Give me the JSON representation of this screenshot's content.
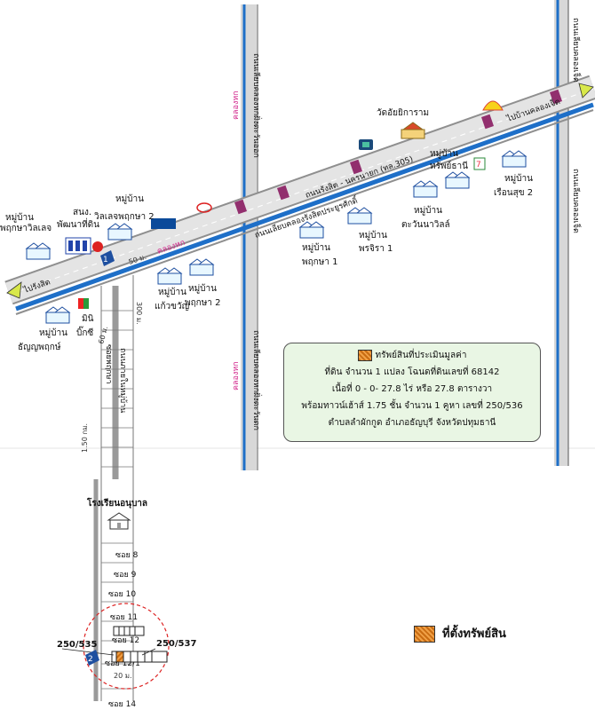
{
  "main_road": {
    "name": "ถนนรังสิต - นครนายก (ทล.305)",
    "dir_left": "ไปรังสิต",
    "dir_right": "ไปบ้านคลองเจ็ด"
  },
  "service_road": {
    "name": "ถนนเลียบคลองรังสิตประยูรศักดิ์"
  },
  "canal_roads": {
    "left_a": "ถนนเลียบคลองหกฝั่งตะวันออก",
    "left_b": "ถนนเลียบคลองหกฝั่งตะวันตก",
    "right": "ถนนเลียบคลองเจ็ด",
    "side_pink": "คลองหก"
  },
  "sub_road": {
    "name": "ถนนภายในหมู่บ้าน",
    "name2": "ซอยพฤกษา",
    "school": "โรงเรียนอนุบาล"
  },
  "labels": {
    "wat": "วัดอัยยิการาม",
    "sub_office": "สนง.",
    "land_office": "พัฒนาที่ดิน",
    "vil_pruksa_willage": "หมู่บ้าน",
    "vil_pruksa_willage2": "พฤกษาวิลเลจ",
    "vil_willage2_a": "หมู่บ้าน",
    "vil_willage2_b": "วิลเลจพฤกษา 2",
    "vil_pruksa1_a": "หมู่บ้าน",
    "vil_pruksa1_b": "พฤกษา 1",
    "vil_porncira_a": "หมู่บ้าน",
    "vil_porncira_b": "พรจิรา 1",
    "vil_tawan_a": "หมู่บ้าน",
    "vil_tawan_b": "ตะวันนาวิลล์",
    "vil_sub_a": "หมู่บ้าน",
    "vil_sub_b": "ทรัพย์ธานี",
    "vil_ruen_a": "หมู่บ้าน",
    "vil_ruen_b": "เรือนสุข 2",
    "vil_kaew_a": "หมู่บ้าน",
    "vil_kaew_b": "แก้วขวัญ",
    "vil_pruksa2_a": "หมู่บ้าน",
    "vil_pruksa2_b": "พฤกษา 2",
    "mini_big_c_a": "มินิ",
    "mini_big_c_b": "บิ๊กซี",
    "vil_tanya_a": "หมู่บ้าน",
    "vil_tanya_b": "ธัญญพฤกษ์"
  },
  "distances": {
    "d50": "50 ม.",
    "d300": "300 ม.",
    "d60": "60 ม.",
    "d150": "1.50 กม.",
    "d20": "20 ม."
  },
  "soi": [
    "ซอย 8",
    "ซอย 9",
    "ซอย 10",
    "ซอย 11",
    "ซอย 12",
    "ซอย 12/1",
    "ซอย 14"
  ],
  "house_nos": {
    "left": "250/535",
    "right": "250/537"
  },
  "markers": {
    "one": "1",
    "two": "2"
  },
  "info": {
    "line1": "ทรัพย์สินที่ประเมินมูลค่า",
    "line2": "ที่ดิน จำนวน 1 แปลง โฉนดที่ดินเลขที่ 68142",
    "line3": "เนื้อที่ 0 - 0- 27.8 ไร่ หรือ 27.8 ตารางวา",
    "line4": "พร้อมทาวน์เฮ้าส์  1.75 ชั้น จำนวน 1 คูหา เลขที่ 250/536",
    "line5": "ตำบลลำผักกูด  อำเภอธัญบุรี  จังหวัดปทุมธานี"
  },
  "legend": {
    "label": "ที่ตั้งทรัพย์สิน"
  },
  "colors": {
    "road_blue": "#1e6fc8",
    "canal_pink": "#d2268c",
    "property_orange": "#e08a2a",
    "box_bg": "#e9f6e4"
  }
}
